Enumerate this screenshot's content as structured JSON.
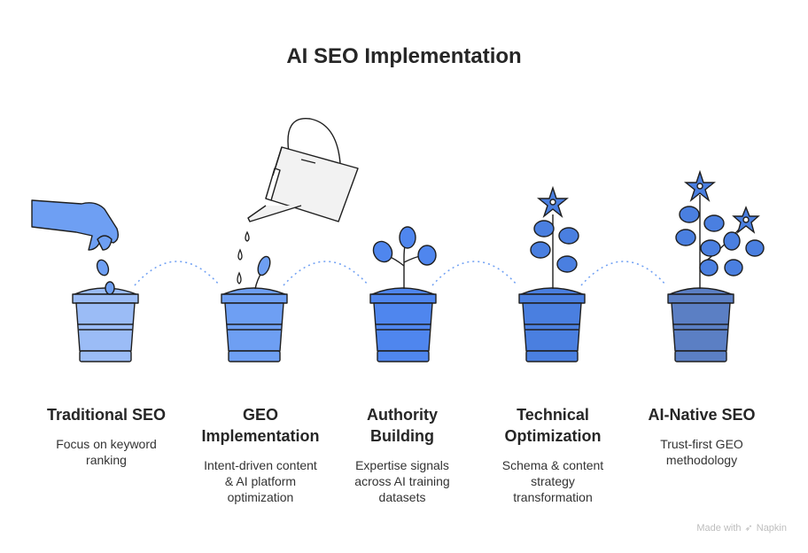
{
  "title": "AI SEO Implementation",
  "stages": [
    {
      "name": "Traditional SEO",
      "description": "Focus on keyword\nranking",
      "pot_color": "#9bbcf6",
      "icon": "hand-dropping-seeds-icon"
    },
    {
      "name": "GEO\nImplementation",
      "description": "Intent-driven content\n& AI platform\noptimization",
      "pot_color": "#6e9ff3",
      "icon": "watering-can-icon"
    },
    {
      "name": "Authority\nBuilding",
      "description": "Expertise signals\nacross AI training\ndatasets",
      "pot_color": "#4f86ee",
      "icon": "sprout-icon"
    },
    {
      "name": "Technical\nOptimization",
      "description": "Schema & content\nstrategy\ntransformation",
      "pot_color": "#4a7fe0",
      "icon": "flowering-plant-icon"
    },
    {
      "name": "AI-Native SEO",
      "description": "Trust-first GEO\nmethodology",
      "pot_color": "#5b7fc4",
      "icon": "full-bloom-plant-icon"
    }
  ],
  "credit": {
    "prefix": "Made with",
    "brand": "Napkin"
  }
}
